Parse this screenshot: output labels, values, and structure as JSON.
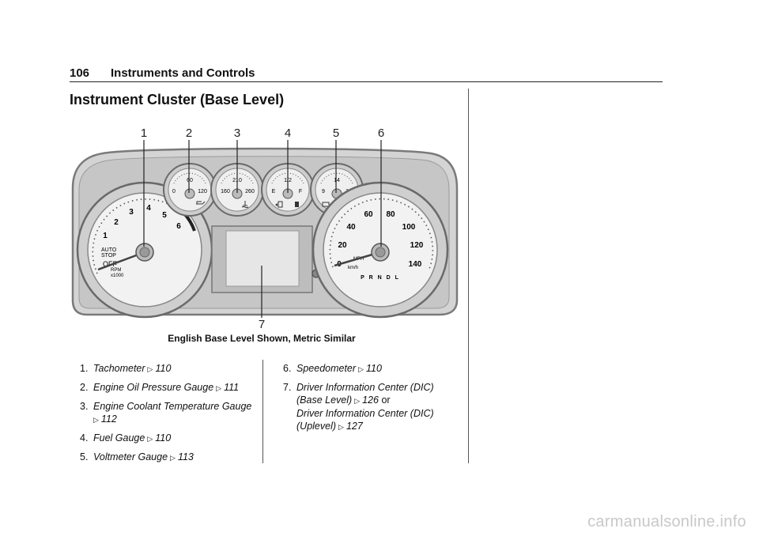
{
  "header": {
    "page_number": "106",
    "section_title": "Instruments and Controls"
  },
  "heading": "Instrument Cluster (Base Level)",
  "figure": {
    "callouts": [
      "1",
      "2",
      "3",
      "4",
      "5",
      "6",
      "7"
    ],
    "caption": "English Base Level Shown, Metric Similar",
    "tach": {
      "ticks": [
        "1",
        "2",
        "3",
        "4",
        "5",
        "6"
      ],
      "auto_stop_1": "AUTO",
      "auto_stop_2": "STOP",
      "off": "OFF",
      "rpm": "RPM",
      "rpm_mult": "x1000"
    },
    "oil": {
      "low": "0",
      "mid": "60",
      "high": "120"
    },
    "coolant": {
      "low": "160",
      "mid": "210",
      "high": "260"
    },
    "fuel": {
      "low": "E",
      "mid": "1/2",
      "high": "F"
    },
    "volt": {
      "low": "9",
      "mid": "14",
      "high": "19"
    },
    "speedo": {
      "ticks": [
        "0",
        "20",
        "40",
        "60",
        "80",
        "100",
        "120",
        "140"
      ],
      "mph": "MPH",
      "kmh": "km/h",
      "gears": "P R N D L"
    }
  },
  "list_left": [
    {
      "num": "1.",
      "title": "Tachometer",
      "page": "110"
    },
    {
      "num": "2.",
      "title": "Engine Oil Pressure Gauge",
      "page": "111"
    },
    {
      "num": "3.",
      "title": "Engine Coolant Temperature Gauge",
      "page": "112"
    },
    {
      "num": "4.",
      "title": "Fuel Gauge",
      "page": "110"
    },
    {
      "num": "5.",
      "title": "Voltmeter Gauge",
      "page": "113"
    }
  ],
  "list_right": [
    {
      "num": "6.",
      "title": "Speedometer",
      "page": "110"
    },
    {
      "num": "7.",
      "title": "Driver Information Center (DIC) (Base Level)",
      "page": "126",
      "suffix": "or",
      "title2": "Driver Information Center (DIC) (Uplevel)",
      "page2": "127"
    }
  ],
  "watermark": "carmanualsonline.info"
}
